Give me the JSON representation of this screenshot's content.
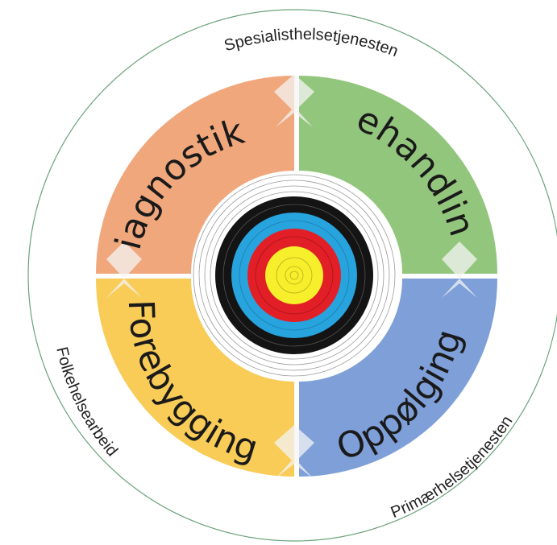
{
  "segments": [
    {
      "key": "diagnostikk",
      "label": "Diagnostikk",
      "color": "#F0A77C"
    },
    {
      "key": "behandling",
      "label": "Behandling",
      "color": "#93C67D"
    },
    {
      "key": "forebygging",
      "label": "Forebygging",
      "color": "#F8CC57"
    },
    {
      "key": "oppfolging",
      "label": "Oppølging",
      "color": "#7E9FD8"
    }
  ],
  "outer_labels": {
    "top": "Spesialisthelsetjenesten",
    "left": "Folkehelsearbeid",
    "bottom_right": "Primærhelsetjenesten"
  },
  "colors": {
    "outer_ring": "#6aa37a",
    "target_black": "#141414",
    "target_blue": "#27A3DD",
    "target_red": "#E21F27",
    "target_yellow": "#F7EE2C",
    "arrow": "#f4f4f4"
  },
  "icons": {
    "center": "archery-target-icon"
  }
}
